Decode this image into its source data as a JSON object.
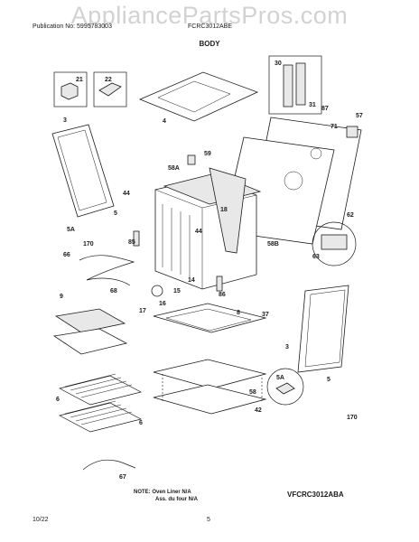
{
  "watermark": "AppliancePartsPros.com",
  "header": {
    "publication": "Publication No: 5995783003",
    "model": "FCRC3012ABE",
    "title": "BODY"
  },
  "callouts": [
    {
      "id": "21"
    },
    {
      "id": "22"
    },
    {
      "id": "3"
    },
    {
      "id": "4"
    },
    {
      "id": "30"
    },
    {
      "id": "31"
    },
    {
      "id": "87"
    },
    {
      "id": "71"
    },
    {
      "id": "57"
    },
    {
      "id": "59"
    },
    {
      "id": "58A"
    },
    {
      "id": "44"
    },
    {
      "id": "18"
    },
    {
      "id": "5"
    },
    {
      "id": "5A"
    },
    {
      "id": "85"
    },
    {
      "id": "44"
    },
    {
      "id": "170"
    },
    {
      "id": "62"
    },
    {
      "id": "58B"
    },
    {
      "id": "63"
    },
    {
      "id": "66"
    },
    {
      "id": "14"
    },
    {
      "id": "68"
    },
    {
      "id": "15"
    },
    {
      "id": "16"
    },
    {
      "id": "86"
    },
    {
      "id": "9"
    },
    {
      "id": "17"
    },
    {
      "id": "8"
    },
    {
      "id": "37"
    },
    {
      "id": "3"
    },
    {
      "id": "58"
    },
    {
      "id": "5A"
    },
    {
      "id": "5"
    },
    {
      "id": "6"
    },
    {
      "id": "42"
    },
    {
      "id": "6"
    },
    {
      "id": "170"
    },
    {
      "id": "67"
    }
  ],
  "note": {
    "line1": "NOTE: Oven Liner N/A",
    "line2": "Ass. du four N/A"
  },
  "diagram_code": "VFCRC3012ABA",
  "footer": {
    "date": "10/22",
    "page": "5"
  }
}
